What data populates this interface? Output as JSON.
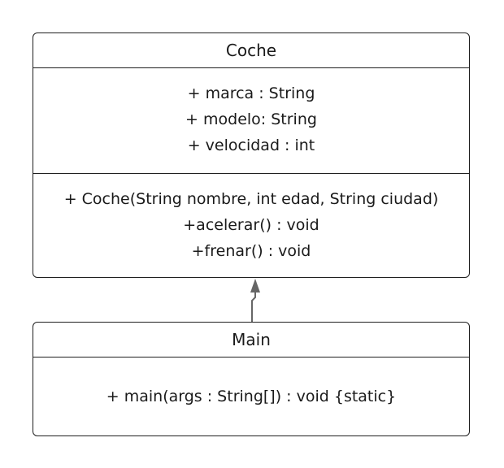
{
  "classes": {
    "coche": {
      "name": "Coche",
      "attributes": [
        "+ marca : String",
        "+ modelo: String",
        "+ velocidad : int"
      ],
      "operations": [
        "+ Coche(String nombre, int edad, String ciudad)",
        "+acelerar() : void",
        "+frenar() : void"
      ]
    },
    "main": {
      "name": "Main",
      "attributes": [],
      "operations": [
        "+ main(args : String[]) : void {static}"
      ]
    }
  },
  "relations": [
    {
      "from": "Main",
      "to": "Coche",
      "type": "dependency",
      "color": "#666666"
    }
  ]
}
